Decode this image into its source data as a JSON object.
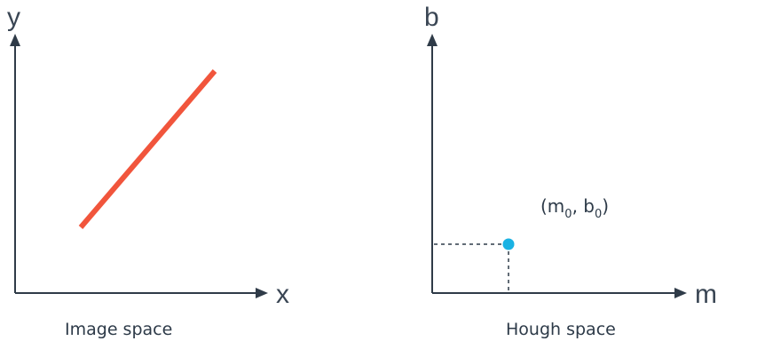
{
  "image_space": {
    "y_label": "y",
    "x_label": "x",
    "caption": "Image space"
  },
  "hough_space": {
    "y_label": "b",
    "x_label": "m",
    "caption": "Hough space",
    "point_label": {
      "open": "(m",
      "m_subscript": "0",
      "mid": ", b",
      "b_subscript": "0",
      "close": ")"
    }
  },
  "colors": {
    "axis": "#2f3b48",
    "line": "#f1553c",
    "point": "#1ab2e3"
  }
}
